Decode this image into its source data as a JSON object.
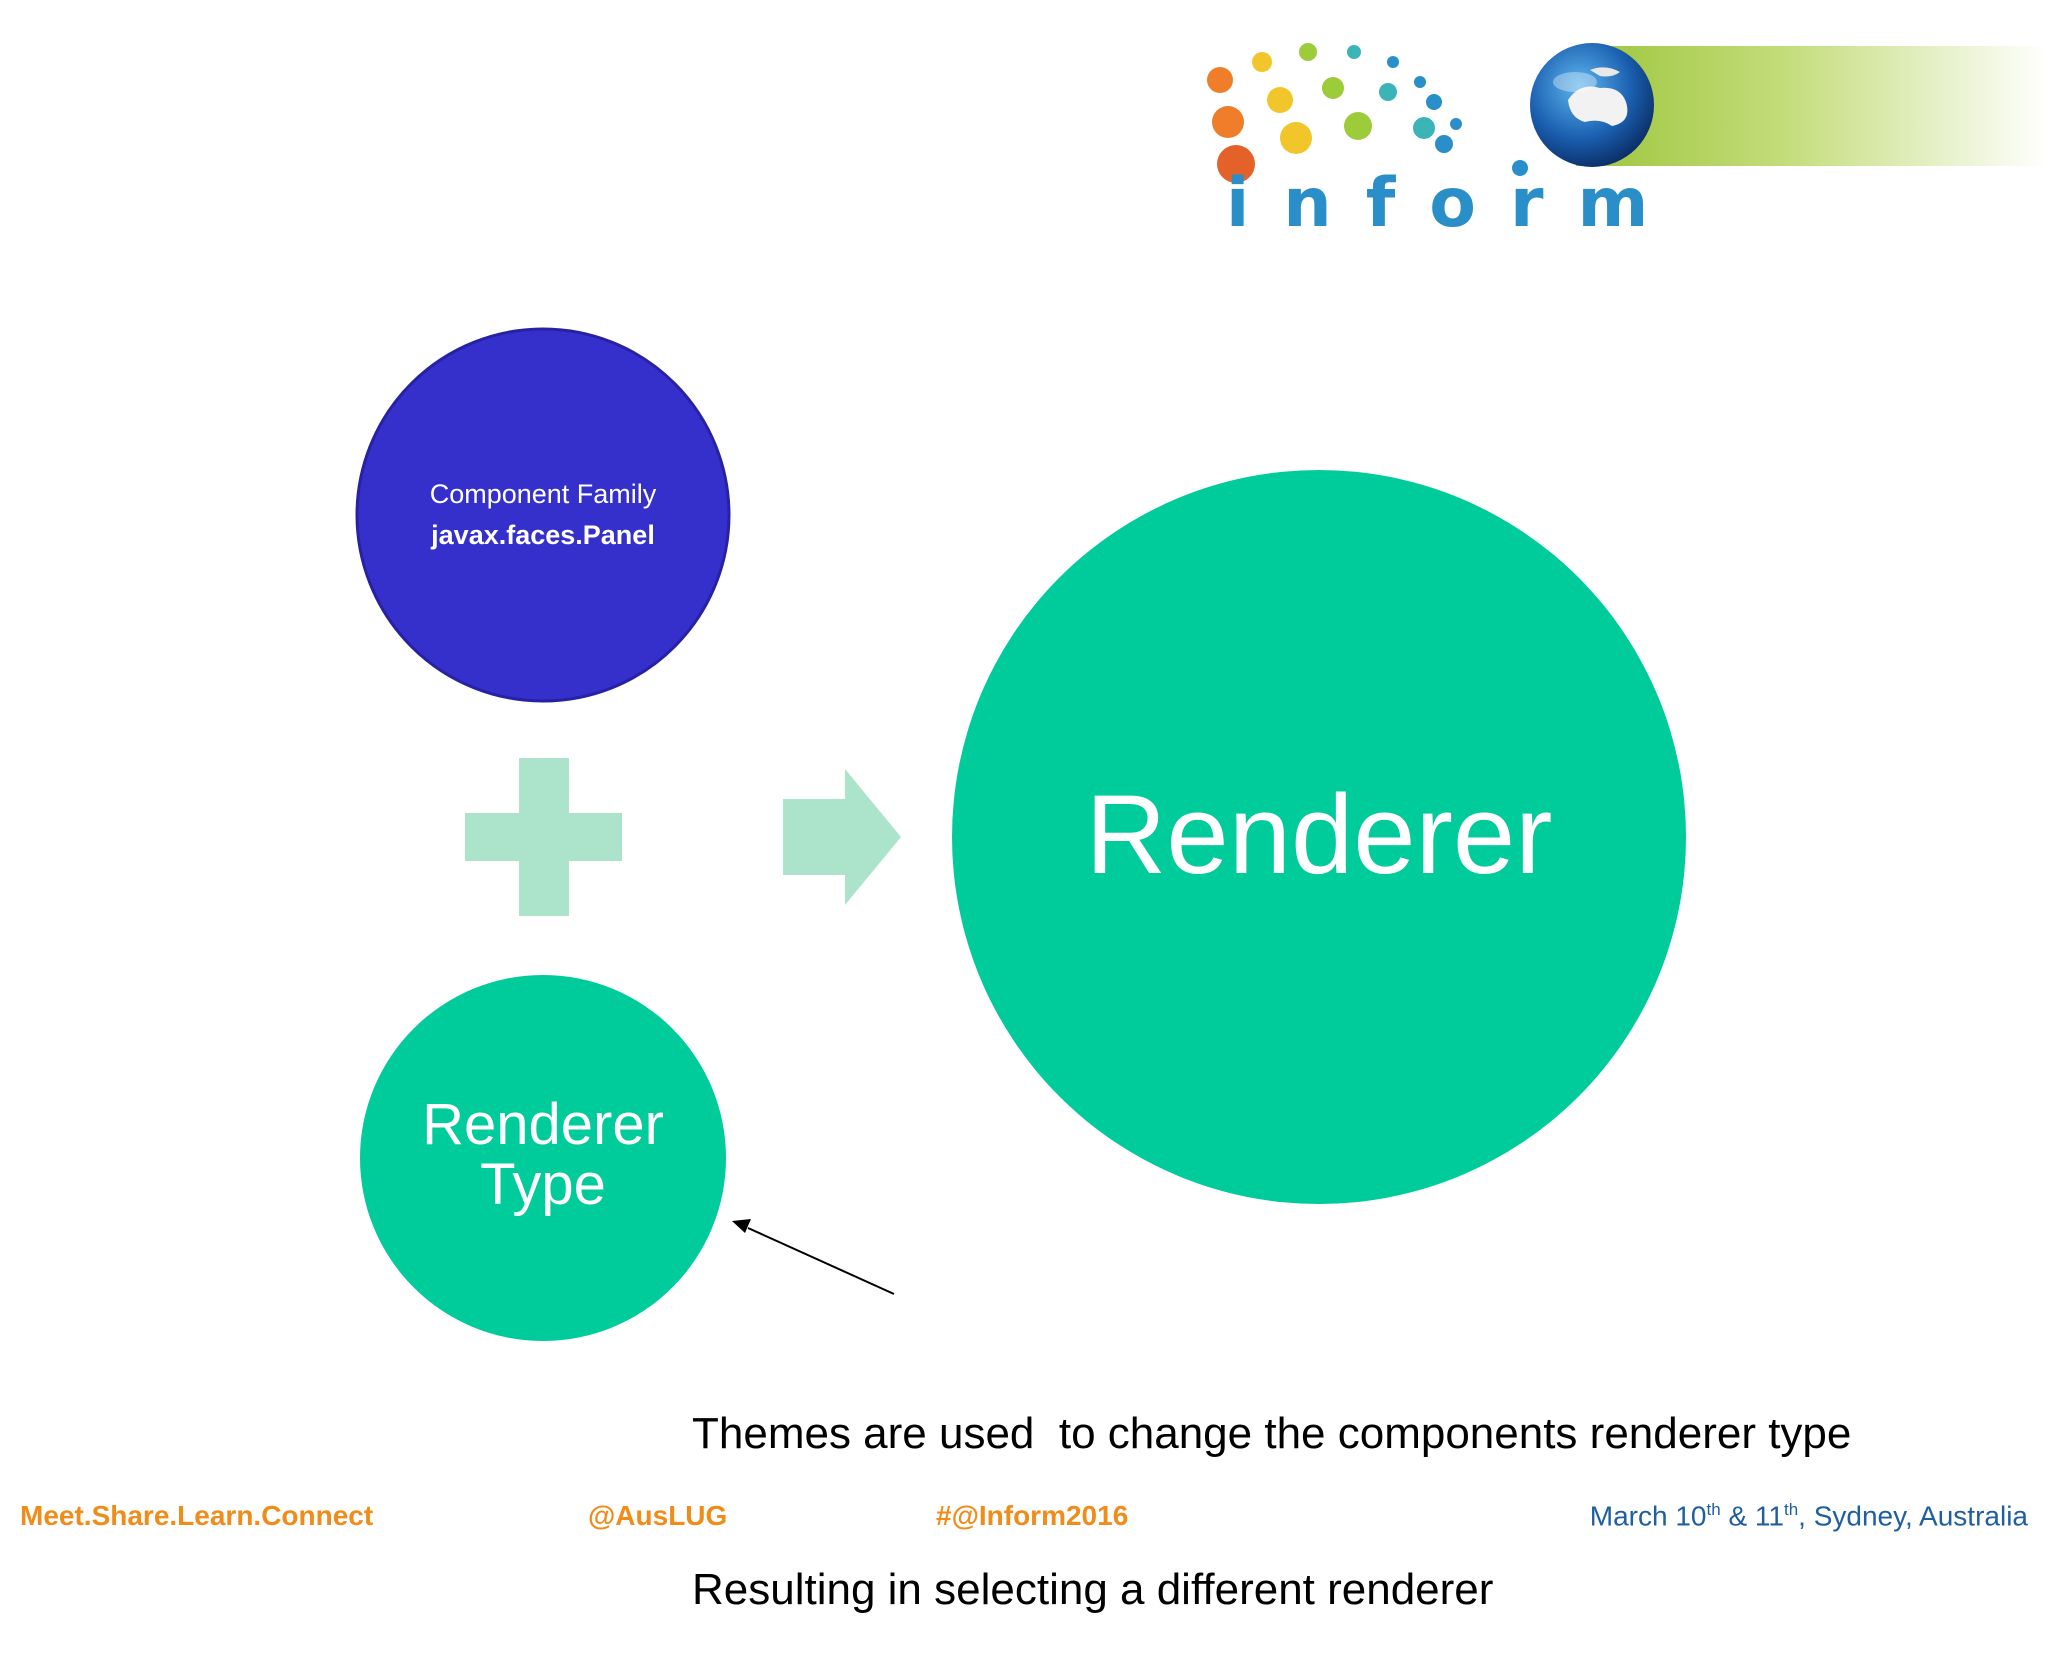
{
  "logo": {
    "word": "inform",
    "dot_colors": [
      "#ef7d2a",
      "#e4622a",
      "#f1c62a",
      "#9ccc3a",
      "#3bb4b8",
      "#2a8fc9"
    ]
  },
  "diagram": {
    "component_family": {
      "label": "Component Family",
      "value": "javax.faces.Panel",
      "color": "#3530cc"
    },
    "renderer_type": {
      "line1": "Renderer",
      "line2": "Type",
      "color": "#00cb9b"
    },
    "renderer": {
      "label": "Renderer",
      "color": "#00cb9b"
    },
    "connector_color": "#abe3cb"
  },
  "caption": {
    "line1": "Themes are used  to change the components renderer type",
    "line2": "Resulting in selecting a different renderer"
  },
  "footer": {
    "tagline": "Meet.Share.Learn.Connect",
    "handle": "@AusLUG",
    "hashtag": "#@Inform2016",
    "date_part1": "March 10",
    "date_sup1": "th",
    "date_part2": " & 11",
    "date_sup2": "th",
    "date_part3": ", Sydney, Australia"
  }
}
